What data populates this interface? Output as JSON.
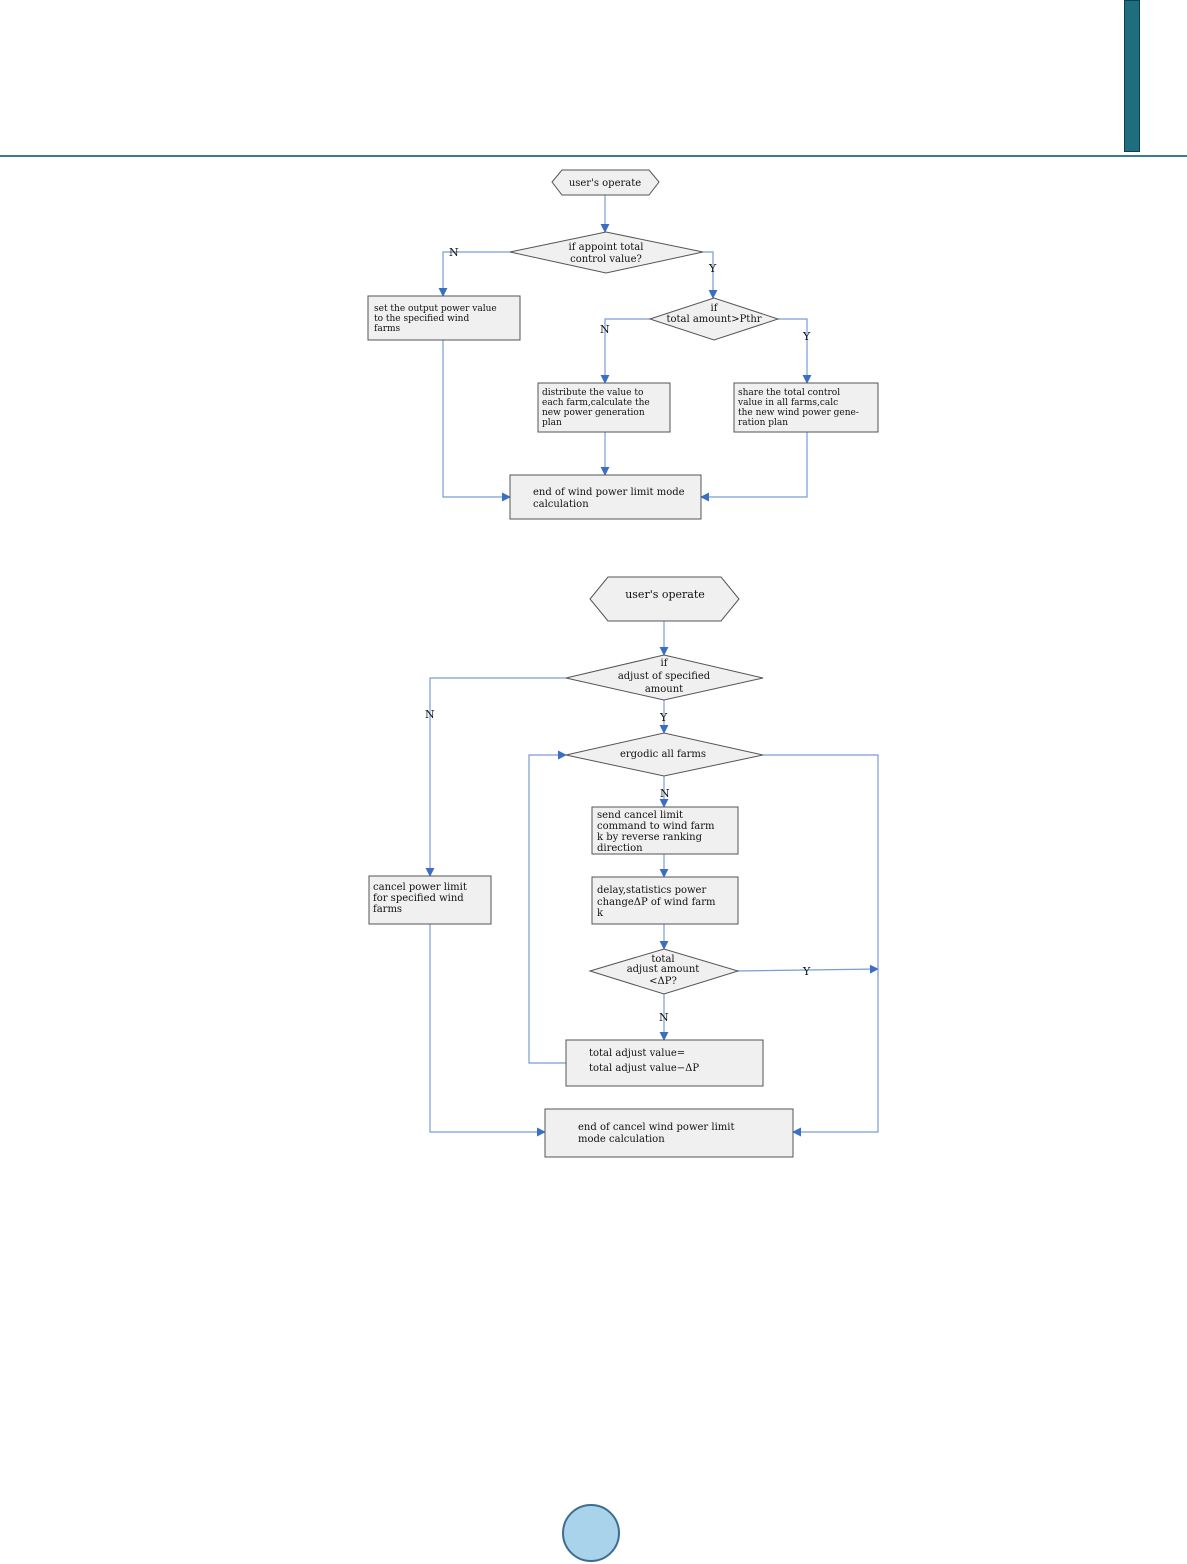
{
  "flow1": {
    "start": "user's operate",
    "d1": [
      "if appoint total",
      "control value?"
    ],
    "d1_no": "N",
    "d1_yes": "Y",
    "left_box": [
      "set the output power value",
      "to the specified wind",
      "farms"
    ],
    "d2": [
      "if",
      "total amount>Pthr"
    ],
    "d2_no": "N",
    "d2_yes": "Y",
    "mid_box": [
      "distribute the value to",
      "each farm,calculate the",
      "new power generation",
      "plan"
    ],
    "right_box": [
      "share the total control",
      "value in all farms,calc",
      "the new wind power gene-",
      "ration plan"
    ],
    "end": [
      "end of wind power limit mode",
      "calculation"
    ]
  },
  "flow2": {
    "start": "user's operate",
    "d1": [
      "if",
      "adjust of specified",
      "amount"
    ],
    "d1_no": "N",
    "d1_yes": "Y",
    "left_box": [
      "cancel power limit",
      "for specified wind",
      "farms"
    ],
    "d2": [
      "ergodic all  farms"
    ],
    "d2_no": "N",
    "box_send": [
      "send cancel limit",
      "command to wind farm",
      "k by reverse ranking",
      "direction"
    ],
    "box_delay": [
      "delay,statistics power",
      "changeΔP of wind farm",
      "k"
    ],
    "d3": [
      "total",
      "adjust amount",
      "<ΔP?"
    ],
    "d3_yes": "Y",
    "d3_no": "N",
    "box_total": [
      "total adjust value=",
      "total adjust value−ΔP"
    ],
    "end": [
      "end of cancel wind power limit",
      "mode calculation"
    ]
  },
  "page_number": ""
}
